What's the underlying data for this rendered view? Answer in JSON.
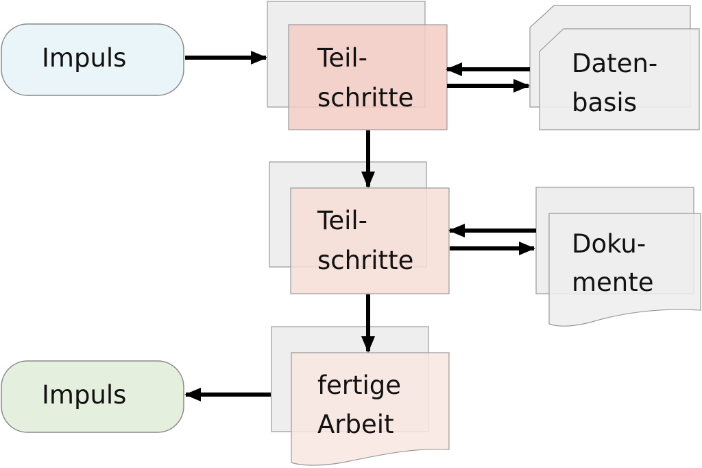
{
  "nodes": {
    "impuls_in": {
      "label": "Impuls",
      "fill": "#eaf5f9"
    },
    "step1": {
      "line1": "Teil-",
      "line2": "schritte",
      "fill": "#f2cdc4"
    },
    "step2": {
      "line1": "Teil-",
      "line2": "schritte",
      "fill": "#f7ddd6"
    },
    "result": {
      "line1": "fertige",
      "line2": "Arbeit",
      "fill": "#f9e6e1"
    },
    "database": {
      "line1": "Daten-",
      "line2": "basis",
      "fill": "#ededed"
    },
    "documents": {
      "line1": "Doku-",
      "line2": "mente",
      "fill": "#ededed"
    },
    "impuls_out": {
      "label": "Impuls",
      "fill": "#e5efde"
    }
  },
  "colors": {
    "stack_back": "#ececec",
    "outline": "#888888",
    "arrow": "#000000"
  }
}
